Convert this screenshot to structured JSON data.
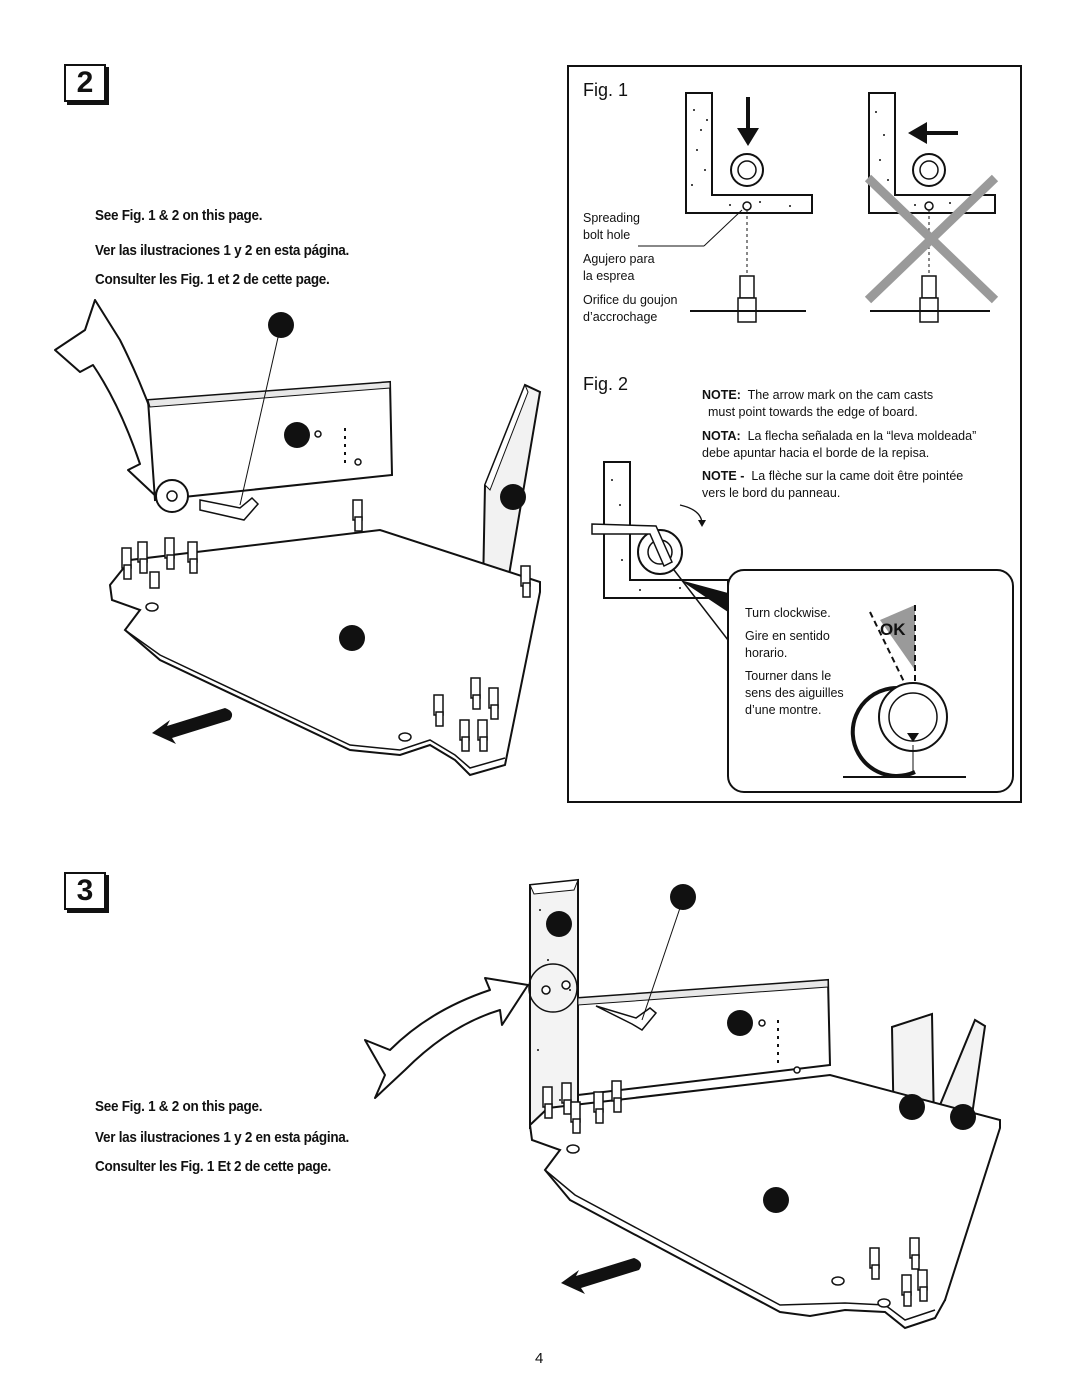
{
  "page_number": "4",
  "step2": {
    "number": "2",
    "instructions": [
      "See Fig. 1 & 2 on this page.",
      "Ver las ilustraciones 1 y 2 en esta página.",
      "Consulter les Fig. 1 et 2 de cette page."
    ]
  },
  "step3": {
    "number": "3",
    "instructions": [
      "See Fig. 1 & 2 on this page.",
      "Ver las ilustraciones 1 y 2 en esta página.",
      "Consulter les Fig. 1 Et 2 de cette page."
    ]
  },
  "fig1": {
    "title": "Fig. 1",
    "labels": [
      "Spreading",
      "bolt hole",
      "Agujero para",
      "la esprea",
      "Orifice du goujon",
      "d’accrochage"
    ]
  },
  "fig2": {
    "title": "Fig. 2",
    "notes": [
      {
        "tag": "NOTE:",
        "text": "The arrow mark on the cam casts",
        "cont": "must point towards the edge of board."
      },
      {
        "tag": "NOTA:",
        "text": "La flecha señalada en la “leva moldeada”",
        "cont": "debe apuntar hacia el borde de la repisa."
      },
      {
        "tag": "NOTE -",
        "text": "La flèche sur la came doit être pointée",
        "cont": "vers le bord du panneau."
      }
    ],
    "turn_labels": [
      "Turn clockwise.",
      "Gire en sentido",
      "horario.",
      "Tourner dans le",
      "sens des aiguilles",
      "d’une montre."
    ],
    "ok_label": "OK"
  }
}
